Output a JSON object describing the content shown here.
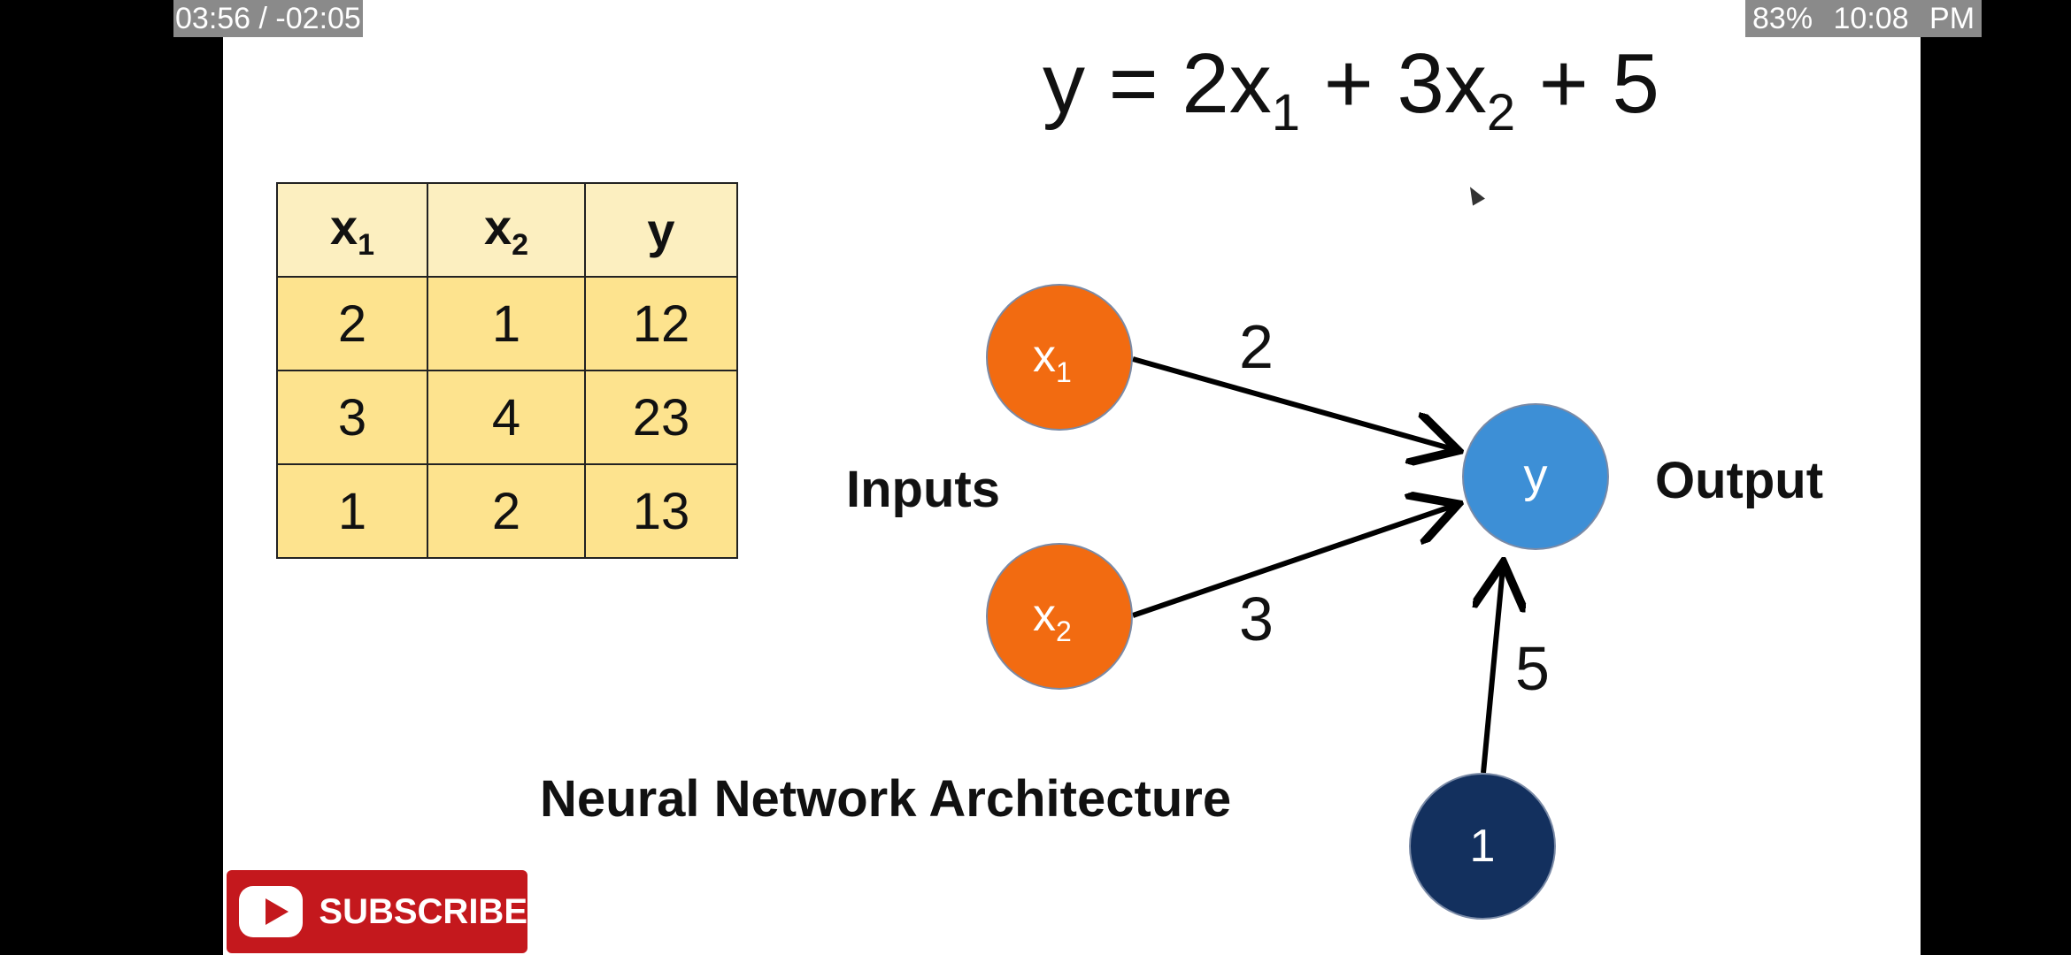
{
  "player": {
    "time_display": "03:56 / -02:05",
    "battery": "83%",
    "clock": "10:08 PM"
  },
  "slide": {
    "equation": {
      "lhs": "y = 2x",
      "sub1": "1",
      "mid": " + 3x",
      "sub2": "2",
      "rhs": " + 5"
    },
    "table": {
      "headers": [
        {
          "base": "x",
          "sub": "1"
        },
        {
          "base": "x",
          "sub": "2"
        },
        {
          "base": "y",
          "sub": ""
        }
      ],
      "rows": [
        [
          "2",
          "1",
          "12"
        ],
        [
          "3",
          "4",
          "23"
        ],
        [
          "1",
          "2",
          "13"
        ]
      ]
    },
    "inputs_label": "Inputs",
    "output_label": "Output",
    "caption": "Neural Network Architecture",
    "nodes": {
      "x1": {
        "base": "x",
        "sub": "1"
      },
      "x2": {
        "base": "x",
        "sub": "2"
      },
      "y": "y",
      "bias": "1"
    },
    "weights": {
      "w1": "2",
      "w2": "3",
      "bias": "5"
    },
    "colors": {
      "input_node": "#f26b11",
      "output_node": "#3d8fd6",
      "bias_node": "#13305e"
    }
  },
  "subscribe": {
    "label": "SUBSCRIBE",
    "icon": "youtube-play-icon"
  }
}
